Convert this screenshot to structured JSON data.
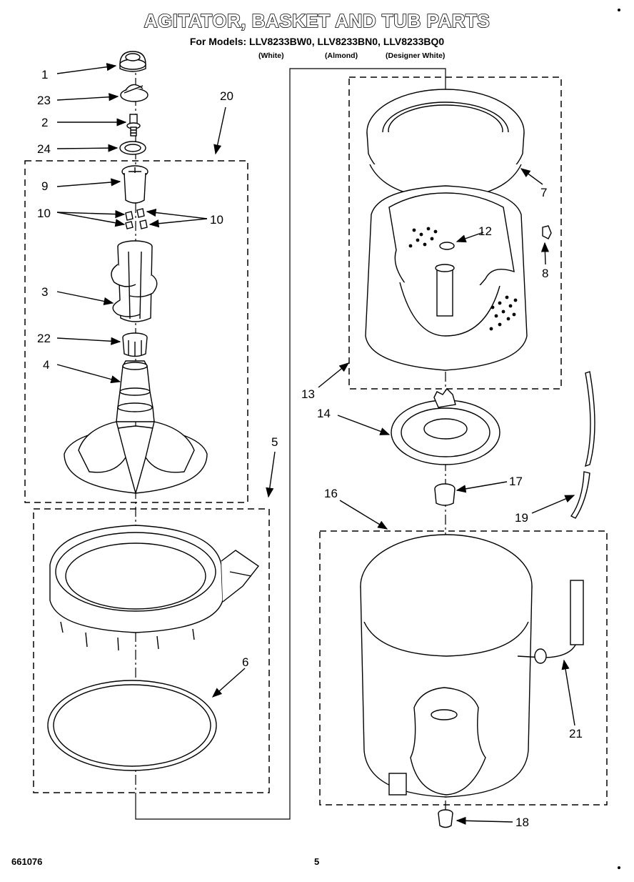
{
  "header": {
    "title": "AGITATOR, BASKET AND TUB PARTS",
    "models": "For Models: LLV8233BW0, LLV8233BN0, LLV8233BQ0",
    "variants": [
      "(White)",
      "(Almond)",
      "(Designer White)"
    ]
  },
  "footer": {
    "doc_number": "661076",
    "page_number": "5"
  },
  "callouts": {
    "c1": "1",
    "c23": "23",
    "c2": "2",
    "c24": "24",
    "c20": "20",
    "c9": "9",
    "c10a": "10",
    "c10b": "10",
    "c3": "3",
    "c22": "22",
    "c4": "4",
    "c5": "5",
    "c6": "6",
    "c7": "7",
    "c8": "8",
    "c12": "12",
    "c13": "13",
    "c14": "14",
    "c17": "17",
    "c16": "16",
    "c19": "19",
    "c21": "21",
    "c18": "18"
  }
}
